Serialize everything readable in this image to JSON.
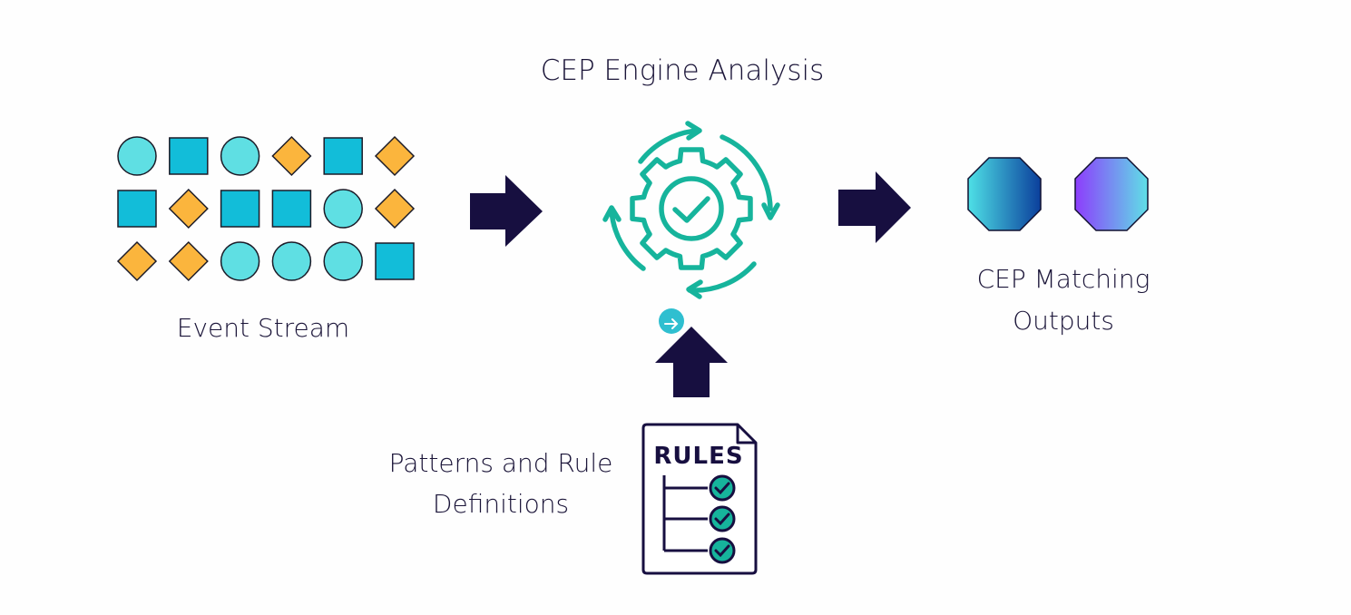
{
  "title": "CEP Engine Analysis",
  "event_stream": {
    "label": "Event Stream",
    "grid": [
      [
        "circle",
        "square",
        "circle",
        "diamond",
        "square",
        "diamond"
      ],
      [
        "square",
        "diamond",
        "square",
        "square",
        "circle",
        "diamond"
      ],
      [
        "diamond",
        "diamond",
        "circle",
        "circle",
        "circle",
        "square"
      ]
    ]
  },
  "outputs": {
    "line1": "CEP Matching",
    "line2": "Outputs"
  },
  "rules": {
    "line1": "Patterns and Rule",
    "line2": "Definitions",
    "doc_heading": "RULES"
  },
  "colors": {
    "navy": "#170f40",
    "teal": "#16b49c",
    "circle_fill": "#5fdfe3",
    "square_fill": "#12bdd9",
    "diamond_fill": "#fbb53d",
    "octagon1": [
      "#4ee0e6",
      "#0b3f9c"
    ],
    "octagon2": [
      "#8d3dfc",
      "#5fdfe6"
    ]
  }
}
